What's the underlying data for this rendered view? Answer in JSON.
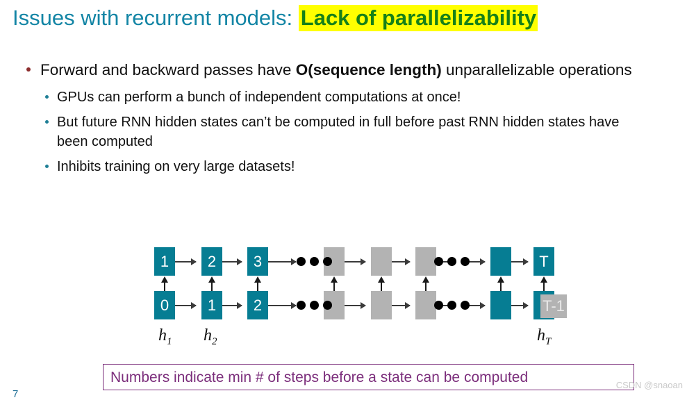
{
  "title": {
    "plain": "Issues with recurrent models: ",
    "accent": "Lack of parallelizability",
    "plain_color": "#1385a5",
    "accent_color": "#168019",
    "highlight_color": "#ffff00"
  },
  "bullets": {
    "level1": [
      {
        "text_before_bold": "Forward and backward passes have ",
        "bold": "O(sequence length)",
        "text_after_bold": " unparallelizable operations",
        "marker_color": "#8c2d2d"
      }
    ],
    "level2": [
      {
        "text": "GPUs can perform a bunch of independent computations at once!"
      },
      {
        "text": "But future RNN hidden states can’t be computed in full before past RNN hidden states have been computed"
      },
      {
        "text": "Inhibits training on very large datasets!"
      }
    ],
    "level2_marker_color": "#1f7f96"
  },
  "diagram": {
    "top_row": [
      {
        "label": "1",
        "style": "teal"
      },
      {
        "label": "2",
        "style": "teal"
      },
      {
        "label": "3",
        "style": "teal"
      },
      {
        "label": "",
        "style": "grey"
      },
      {
        "label": "",
        "style": "grey"
      },
      {
        "label": "",
        "style": "grey"
      },
      {
        "label": "",
        "style": "teal"
      },
      {
        "label": "T",
        "style": "teal"
      }
    ],
    "bottom_row": [
      {
        "label": "0",
        "style": "teal"
      },
      {
        "label": "1",
        "style": "teal"
      },
      {
        "label": "2",
        "style": "teal"
      },
      {
        "label": "",
        "style": "grey"
      },
      {
        "label": "",
        "style": "grey"
      },
      {
        "label": "",
        "style": "grey"
      },
      {
        "label": "",
        "style": "teal"
      },
      {
        "label": "",
        "style": "teal"
      }
    ],
    "overlay_label": "T-1",
    "ellipsis_count": 3,
    "teal_color": "#067d93",
    "grey_color": "#b3b3b3",
    "hidden_state_labels": [
      {
        "base": "h",
        "sub": "1"
      },
      {
        "base": "h",
        "sub": "2"
      },
      {
        "base": "h",
        "sub": "T"
      }
    ]
  },
  "caption": {
    "text": "Numbers indicate min # of steps before a state can be computed",
    "color": "#7b2d7b"
  },
  "watermark": {
    "text": "CSDN @snaoan"
  },
  "page_number": {
    "text": "7"
  }
}
